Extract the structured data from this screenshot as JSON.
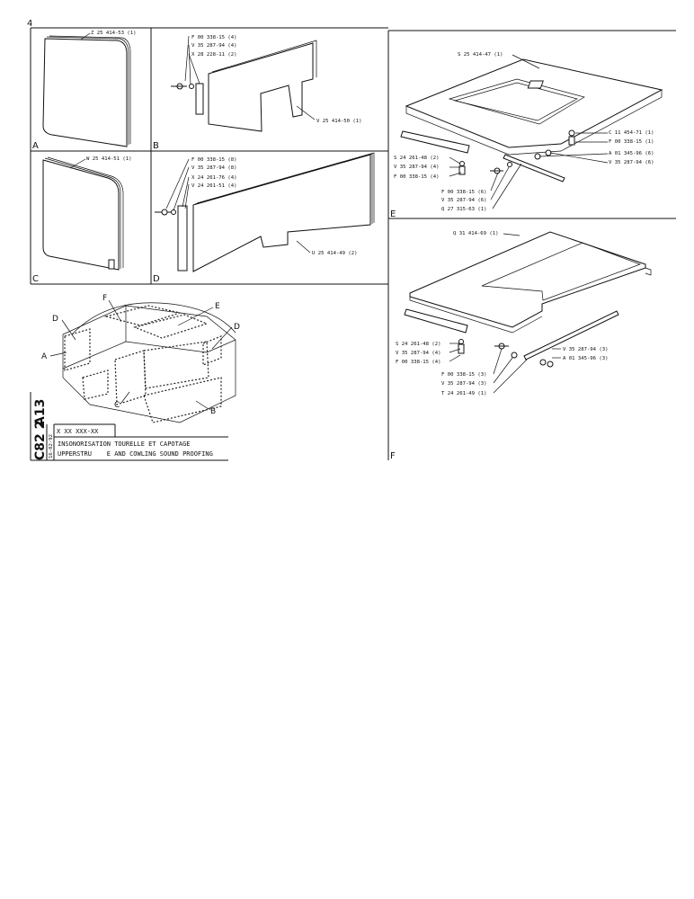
{
  "page_number": "4",
  "panels": {
    "A": {
      "letter": "A",
      "labels": [
        "Z 25 414-53 (1)"
      ]
    },
    "B": {
      "letter": "B",
      "labels": [
        "F 00 338-15 (4)",
        "V 35 287-94 (4)",
        "X 28 228-11 (2)",
        "V 25 414-50 (1)"
      ]
    },
    "C": {
      "letter": "C",
      "labels": [
        "W 25 414-51 (1)"
      ]
    },
    "D": {
      "letter": "D",
      "labels": [
        "F 00 338-15 (8)",
        "V 35 287-94 (8)",
        "X 24 261-76 (4)",
        "V 24 261-51 (4)",
        "U 25 414-49 (2)"
      ]
    },
    "E": {
      "letter": "E",
      "labels": [
        "S 25 414-47 (1)",
        "C 11 454-71 (1)",
        "F 00 338-15 (1)",
        "A 01 345-96 (6)",
        "V 35 287-94 (6)",
        "S 24 261-48 (2)",
        "V 35 287-94 (4)",
        "F 00 338-15 (4)",
        "F 00 338-15 (6)",
        "V 35 287-94 (6)",
        "Q 27 315-63 (1)"
      ]
    },
    "F": {
      "letter": "F",
      "labels": [
        "Q 31 414-69 (1)",
        "V 35 287-94 (3)",
        "A 01 345-96 (3)",
        "S 24 261-48 (2)",
        "V 35 287-94 (4)",
        "F 00 338-15 (4)",
        "F 00 338-15 (3)",
        "V 35 287-94 (3)",
        "T 24 261-49 (1)"
      ]
    }
  },
  "overview_letters": [
    "F",
    "E",
    "D",
    "D",
    "A",
    "C",
    "B"
  ],
  "title_block": {
    "code_top": "A13",
    "code_bottom": "C82 2",
    "ref": "X XX XXX-XX",
    "date": "16-02-92",
    "line_fr": "INSONORISATION TOURELLE ET CAPOTAGE",
    "line_en": "UPPERSTRU    E AND COWLING SOUND PROOFING"
  }
}
